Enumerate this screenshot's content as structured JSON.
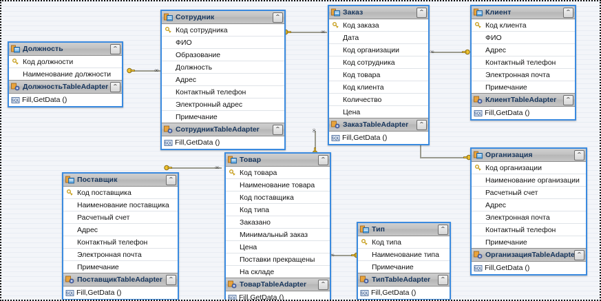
{
  "diagram": {
    "type": "dataset-designer",
    "title": "DataSet Designer Diagram",
    "collapse_glyph": "⌃",
    "colors": {
      "entity_border": "#3a8adf",
      "header_gradient_top": "#cfcfcf",
      "header_gradient_bottom": "#c6c6c6",
      "title_text": "#17365d",
      "field_text": "#111111",
      "connector": "#9a9a8e",
      "key_marker": "#e8b512",
      "canvas_background": "#eef1f6"
    },
    "icons": {
      "table": "table-icon",
      "adapter": "table-adapter-icon",
      "key": "key-icon",
      "sql_method": "sql-method-icon",
      "collapse": "collapse-chevron-icon",
      "relation_key": "relation-key-marker-icon",
      "relation_many": "relation-infinity-marker-icon"
    }
  },
  "entities": [
    {
      "id": "dolzhnost",
      "name": "Должность",
      "adapter": "ДолжностьTableAdapter",
      "method": "Fill,GetData ()",
      "fields": [
        {
          "name": "Код должности",
          "key": true
        },
        {
          "name": "Наименование должности",
          "key": false
        }
      ]
    },
    {
      "id": "sotrudnik",
      "name": "Сотрудник",
      "adapter": "СотрудникTableAdapter",
      "method": "Fill,GetData ()",
      "fields": [
        {
          "name": "Код сотрудника",
          "key": true
        },
        {
          "name": "ФИО",
          "key": false
        },
        {
          "name": "Образование",
          "key": false
        },
        {
          "name": "Должность",
          "key": false
        },
        {
          "name": "Адрес",
          "key": false
        },
        {
          "name": "Контактный телефон",
          "key": false
        },
        {
          "name": "Электронный адрес",
          "key": false
        },
        {
          "name": "Примечание",
          "key": false
        }
      ]
    },
    {
      "id": "zakaz",
      "name": "Заказ",
      "adapter": "ЗаказTableAdapter",
      "method": "Fill,GetData ()",
      "fields": [
        {
          "name": "Код заказа",
          "key": true
        },
        {
          "name": "Дата",
          "key": false
        },
        {
          "name": "Код организации",
          "key": false
        },
        {
          "name": "Код сотрудника",
          "key": false
        },
        {
          "name": "Код товара",
          "key": false
        },
        {
          "name": "Код клиента",
          "key": false
        },
        {
          "name": "Количество",
          "key": false
        },
        {
          "name": "Цена",
          "key": false
        }
      ]
    },
    {
      "id": "klient",
      "name": "Клиент",
      "adapter": "КлиентTableAdapter",
      "method": "Fill,GetData ()",
      "fields": [
        {
          "name": "Код клиента",
          "key": true
        },
        {
          "name": "ФИО",
          "key": false
        },
        {
          "name": "Адрес",
          "key": false
        },
        {
          "name": "Контактный телефон",
          "key": false
        },
        {
          "name": "Электронная почта",
          "key": false
        },
        {
          "name": "Примечание",
          "key": false
        }
      ]
    },
    {
      "id": "postavshchik",
      "name": "Поставщик",
      "adapter": "ПоставщикTableAdapter",
      "method": "Fill,GetData ()",
      "fields": [
        {
          "name": "Код поставщика",
          "key": true
        },
        {
          "name": "Наименование поставщика",
          "key": false
        },
        {
          "name": "Расчетный счет",
          "key": false
        },
        {
          "name": "Адрес",
          "key": false
        },
        {
          "name": "Контактный телефон",
          "key": false
        },
        {
          "name": "Электронная почта",
          "key": false
        },
        {
          "name": "Примечание",
          "key": false
        }
      ]
    },
    {
      "id": "tovar",
      "name": "Товар",
      "adapter": "ТоварTableAdapter",
      "method": "Fill,GetData ()",
      "fields": [
        {
          "name": "Код товара",
          "key": true
        },
        {
          "name": "Наименование товара",
          "key": false
        },
        {
          "name": "Код поставщика",
          "key": false
        },
        {
          "name": "Код типа",
          "key": false
        },
        {
          "name": "Заказано",
          "key": false
        },
        {
          "name": "Минимальный заказ",
          "key": false
        },
        {
          "name": "Цена",
          "key": false
        },
        {
          "name": "Поставки прекращены",
          "key": false
        },
        {
          "name": "На складе",
          "key": false
        }
      ]
    },
    {
      "id": "tip",
      "name": "Тип",
      "adapter": "ТипTableAdapter",
      "method": "Fill,GetData ()",
      "fields": [
        {
          "name": "Код типа",
          "key": true
        },
        {
          "name": "Наименование типа",
          "key": false
        },
        {
          "name": "Примечание",
          "key": false
        }
      ]
    },
    {
      "id": "organizaciya",
      "name": "Организация",
      "adapter": "ОрганизацияTableAdapter",
      "method": "Fill,GetData ()",
      "fields": [
        {
          "name": "Код организации",
          "key": true
        },
        {
          "name": "Наименование организации",
          "key": false
        },
        {
          "name": "Расчетный счет",
          "key": false
        },
        {
          "name": "Адрес",
          "key": false
        },
        {
          "name": "Электронная почта",
          "key": false
        },
        {
          "name": "Контактный телефон",
          "key": false
        },
        {
          "name": "Примечание",
          "key": false
        }
      ]
    }
  ],
  "relations": [
    {
      "id": "rel-dolzhnost-sotrudnik",
      "from": "Должность",
      "to": "Сотрудник",
      "from_marker": "key",
      "to_marker": "many"
    },
    {
      "id": "rel-sotrudnik-zakaz",
      "from": "Сотрудник",
      "to": "Заказ",
      "from_marker": "key",
      "to_marker": "many"
    },
    {
      "id": "rel-zakaz-klient",
      "from": "Заказ",
      "to": "Клиент",
      "from_marker": "many",
      "to_marker": "key"
    },
    {
      "id": "rel-zakaz-organizaciya",
      "from": "Заказ",
      "to": "Организация",
      "from_marker": "many",
      "to_marker": "key"
    },
    {
      "id": "rel-zakaz-tovar",
      "from": "Заказ",
      "to": "Товар",
      "from_marker": "many",
      "to_marker": "key"
    },
    {
      "id": "rel-postavshchik-tovar",
      "from": "Поставщик",
      "to": "Товар",
      "from_marker": "key",
      "to_marker": "many"
    },
    {
      "id": "rel-tovar-tip",
      "from": "Товар",
      "to": "Тип",
      "from_marker": "many",
      "to_marker": "key"
    }
  ]
}
